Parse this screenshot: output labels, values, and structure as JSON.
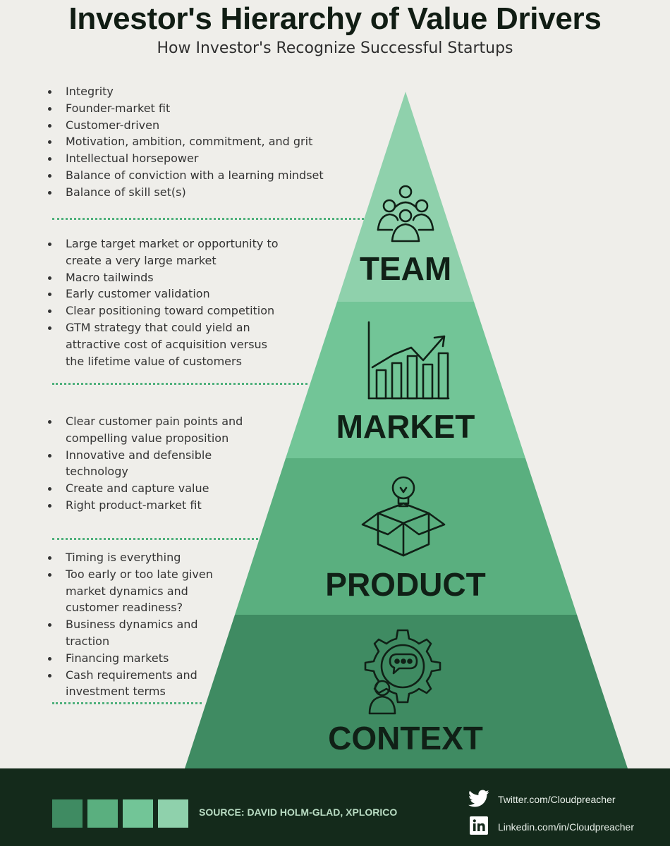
{
  "header": {
    "title": "Investor's Hierarchy of Value Drivers",
    "subtitle": "How Investor's Recognize Successful Startups"
  },
  "colors": {
    "background": "#efeeea",
    "team": "#8fd1ac",
    "market": "#72c597",
    "product": "#5aaf7f",
    "context": "#3f8b62",
    "footer": "#142a1b",
    "dotted_separator": "#4fb07c"
  },
  "pyramid": {
    "layers": [
      {
        "label": "TEAM",
        "icon": "team-people-icon",
        "bullets": [
          "Integrity",
          "Founder-market fit",
          "Customer-driven",
          "Motivation, ambition, commitment, and grit",
          "Intellectual horsepower",
          "Balance of conviction with a learning mindset",
          "Balance of skill set(s)"
        ]
      },
      {
        "label": "MARKET",
        "icon": "growth-chart-icon",
        "bullets": [
          "Large target market or opportunity to create a very large market",
          "Macro tailwinds",
          "Early customer validation",
          "Clear positioning toward competition",
          "GTM strategy that could yield an attractive cost of acquisition versus the lifetime value of customers"
        ]
      },
      {
        "label": "PRODUCT",
        "icon": "box-lightbulb-icon",
        "bullets": [
          "Clear customer pain points and compelling value proposition",
          "Innovative and defensible technology",
          "Create and capture value",
          "Right product-market fit"
        ]
      },
      {
        "label": "CONTEXT",
        "icon": "gear-person-icon",
        "bullets": [
          "Timing is everything",
          "Too early or too late given market dynamics and customer readiness?",
          "Business dynamics and traction",
          "Financing markets",
          "Cash requirements and investment terms"
        ]
      }
    ]
  },
  "footer": {
    "source": "SOURCE: DAVID HOLM-GLAD, XPLORICO",
    "twitter": "Twitter.com/Cloudpreacher",
    "twitter_icon": "twitter-bird-icon",
    "linkedin": "Linkedin.com/in/Cloudpreacher",
    "linkedin_icon": "linkedin-icon",
    "swatch_colors": [
      "#3f8b62",
      "#5aaf7f",
      "#72c597",
      "#8fd1ac"
    ]
  }
}
